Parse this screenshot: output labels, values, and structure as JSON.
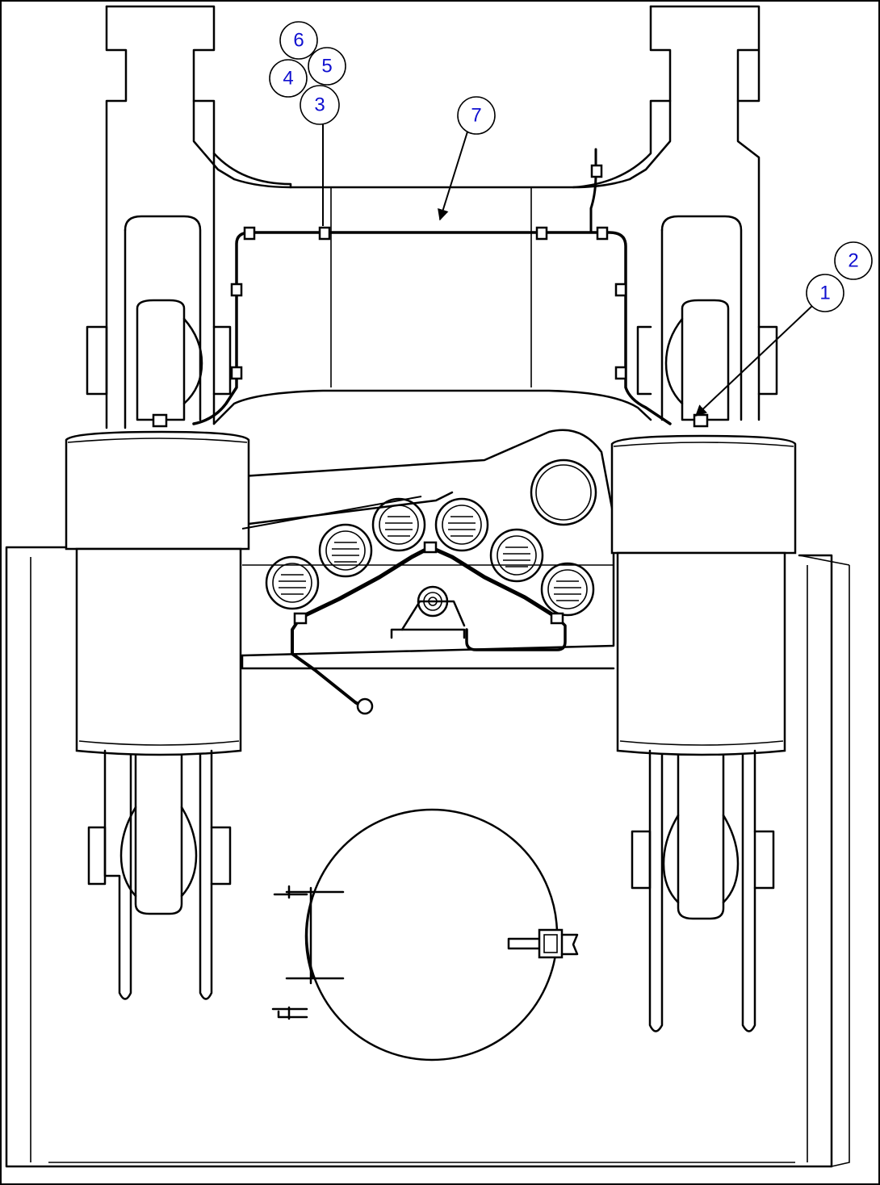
{
  "callouts": [
    {
      "id": "1",
      "label": "1"
    },
    {
      "id": "2",
      "label": "2"
    },
    {
      "id": "3",
      "label": "3"
    },
    {
      "id": "4",
      "label": "4"
    },
    {
      "id": "5",
      "label": "5"
    },
    {
      "id": "6",
      "label": "6"
    },
    {
      "id": "7",
      "label": "7"
    }
  ],
  "colors": {
    "line": "#000000",
    "callout_text": "#1010d0",
    "background": "#ffffff"
  }
}
